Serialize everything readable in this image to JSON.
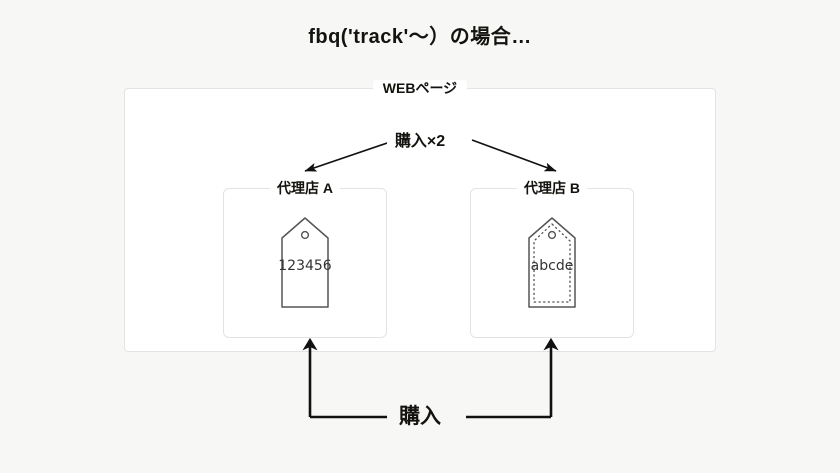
{
  "title": "fbq('track'〜）の場合…",
  "webpage": {
    "label": "WEBページ",
    "purchase_top_label": "購入×2",
    "agencies": [
      {
        "label": "代理店 A",
        "tag_text": "123456",
        "tag_style": "solid",
        "tag_icon": "price-tag-icon"
      },
      {
        "label": "代理店 B",
        "tag_text": "abcde",
        "tag_style": "dashed",
        "tag_icon": "price-tag-icon"
      }
    ]
  },
  "purchase_bottom_label": "購入",
  "colors": {
    "background": "#f7f7f6",
    "panel": "#ffffff",
    "panel_border": "#e3e3e1",
    "ink": "#15130f",
    "tag_stroke": "#555555",
    "tag_text": "#333333",
    "arrow": "#111111"
  }
}
